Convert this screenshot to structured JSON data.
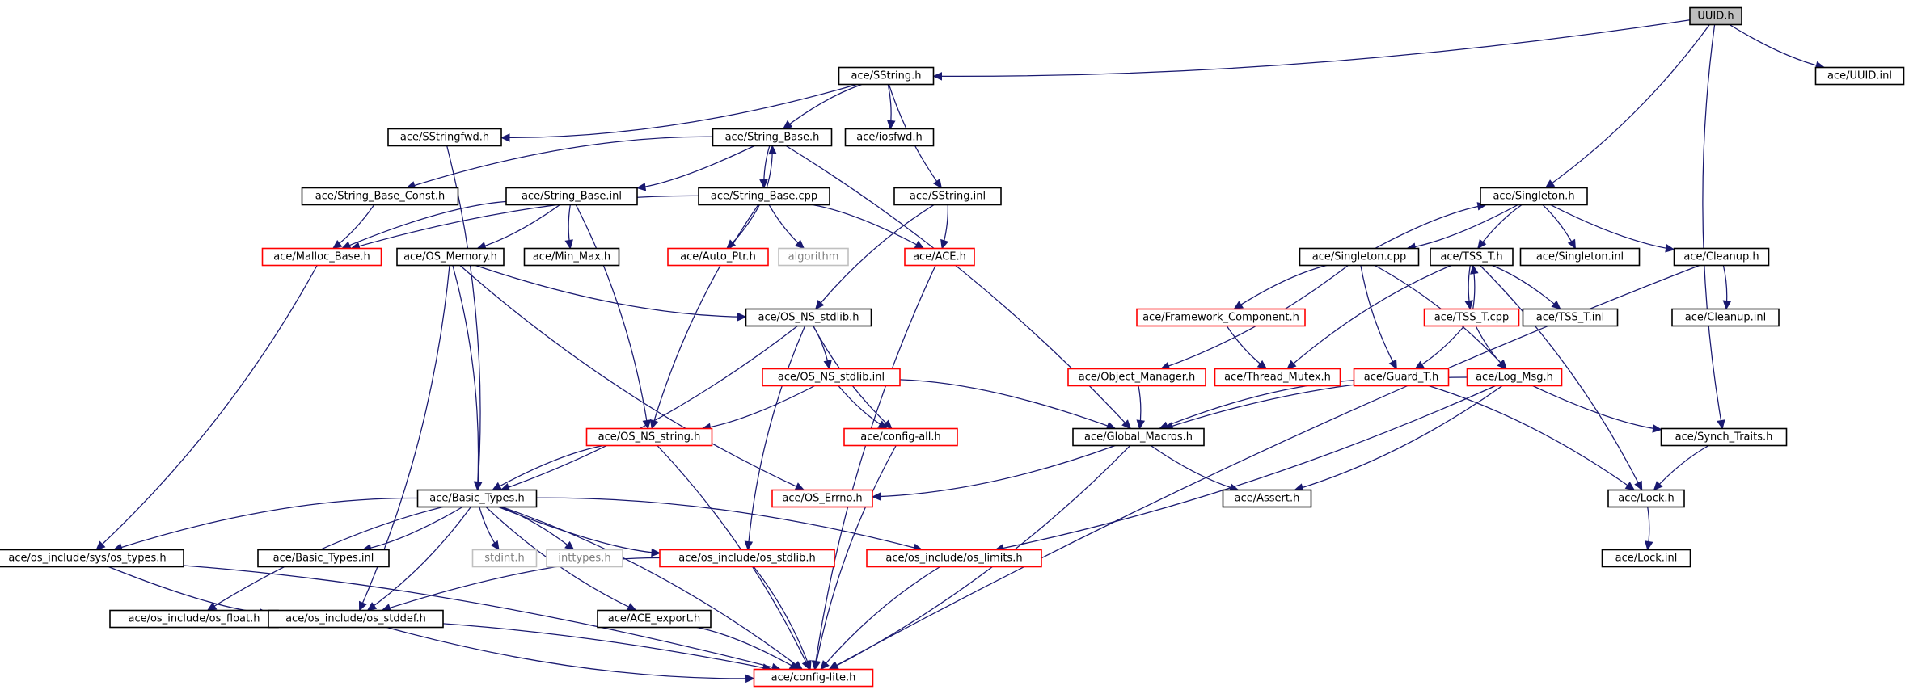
{
  "graph": {
    "nodes": [
      {
        "id": "uuid_h",
        "label": "UUID.h",
        "style": "root"
      },
      {
        "id": "sstring_h",
        "label": "ace/SString.h",
        "style": "black"
      },
      {
        "id": "uuid_inl",
        "label": "ace/UUID.inl",
        "style": "black"
      },
      {
        "id": "sstringfwd_h",
        "label": "ace/SStringfwd.h",
        "style": "black"
      },
      {
        "id": "string_base_h",
        "label": "ace/String_Base.h",
        "style": "black"
      },
      {
        "id": "iosfwd_h",
        "label": "ace/iosfwd.h",
        "style": "black"
      },
      {
        "id": "string_base_const_h",
        "label": "ace/String_Base_Const.h",
        "style": "black"
      },
      {
        "id": "string_base_inl",
        "label": "ace/String_Base.inl",
        "style": "black"
      },
      {
        "id": "string_base_cpp",
        "label": "ace/String_Base.cpp",
        "style": "black"
      },
      {
        "id": "sstring_inl",
        "label": "ace/SString.inl",
        "style": "black"
      },
      {
        "id": "singleton_h",
        "label": "ace/Singleton.h",
        "style": "black"
      },
      {
        "id": "malloc_base_h",
        "label": "ace/Malloc_Base.h",
        "style": "red"
      },
      {
        "id": "os_memory_h",
        "label": "ace/OS_Memory.h",
        "style": "black"
      },
      {
        "id": "min_max_h",
        "label": "ace/Min_Max.h",
        "style": "black"
      },
      {
        "id": "auto_ptr_h",
        "label": "ace/Auto_Ptr.h",
        "style": "red"
      },
      {
        "id": "algorithm",
        "label": "algorithm",
        "style": "gray"
      },
      {
        "id": "ace_h",
        "label": "ace/ACE.h",
        "style": "red"
      },
      {
        "id": "singleton_cpp",
        "label": "ace/Singleton.cpp",
        "style": "black"
      },
      {
        "id": "tss_t_h",
        "label": "ace/TSS_T.h",
        "style": "black"
      },
      {
        "id": "singleton_inl",
        "label": "ace/Singleton.inl",
        "style": "black"
      },
      {
        "id": "cleanup_h",
        "label": "ace/Cleanup.h",
        "style": "black"
      },
      {
        "id": "os_ns_stdlib_h",
        "label": "ace/OS_NS_stdlib.h",
        "style": "black"
      },
      {
        "id": "framework_component_h",
        "label": "ace/Framework_Component.h",
        "style": "red"
      },
      {
        "id": "tss_t_cpp",
        "label": "ace/TSS_T.cpp",
        "style": "red"
      },
      {
        "id": "tss_t_inl",
        "label": "ace/TSS_T.inl",
        "style": "black"
      },
      {
        "id": "cleanup_inl",
        "label": "ace/Cleanup.inl",
        "style": "black"
      },
      {
        "id": "os_ns_stdlib_inl",
        "label": "ace/OS_NS_stdlib.inl",
        "style": "red"
      },
      {
        "id": "object_manager_h",
        "label": "ace/Object_Manager.h",
        "style": "red"
      },
      {
        "id": "thread_mutex_h",
        "label": "ace/Thread_Mutex.h",
        "style": "red"
      },
      {
        "id": "guard_t_h",
        "label": "ace/Guard_T.h",
        "style": "red"
      },
      {
        "id": "log_msg_h",
        "label": "ace/Log_Msg.h",
        "style": "red"
      },
      {
        "id": "os_ns_string_h",
        "label": "ace/OS_NS_string.h",
        "style": "red"
      },
      {
        "id": "config_all_h",
        "label": "ace/config-all.h",
        "style": "red"
      },
      {
        "id": "global_macros_h",
        "label": "ace/Global_Macros.h",
        "style": "black"
      },
      {
        "id": "synch_traits_h",
        "label": "ace/Synch_Traits.h",
        "style": "black"
      },
      {
        "id": "basic_types_h",
        "label": "ace/Basic_Types.h",
        "style": "black"
      },
      {
        "id": "os_errno_h",
        "label": "ace/OS_Errno.h",
        "style": "red"
      },
      {
        "id": "assert_h",
        "label": "ace/Assert.h",
        "style": "black"
      },
      {
        "id": "lock_h",
        "label": "ace/Lock.h",
        "style": "black"
      },
      {
        "id": "os_types_h",
        "label": "ace/os_include/sys/os_types.h",
        "style": "black"
      },
      {
        "id": "basic_types_inl",
        "label": "ace/Basic_Types.inl",
        "style": "black"
      },
      {
        "id": "stdint_h",
        "label": "stdint.h",
        "style": "gray"
      },
      {
        "id": "inttypes_h",
        "label": "inttypes.h",
        "style": "gray"
      },
      {
        "id": "os_stdlib_h",
        "label": "ace/os_include/os_stdlib.h",
        "style": "red"
      },
      {
        "id": "os_limits_h",
        "label": "ace/os_include/os_limits.h",
        "style": "red"
      },
      {
        "id": "lock_inl",
        "label": "ace/Lock.inl",
        "style": "black"
      },
      {
        "id": "os_float_h",
        "label": "ace/os_include/os_float.h",
        "style": "black"
      },
      {
        "id": "os_stddef_h",
        "label": "ace/os_include/os_stddef.h",
        "style": "black"
      },
      {
        "id": "ace_export_h",
        "label": "ace/ACE_export.h",
        "style": "black"
      },
      {
        "id": "config_lite_h",
        "label": "ace/config-lite.h",
        "style": "red"
      }
    ],
    "edges": [
      [
        "uuid_h",
        "sstring_h"
      ],
      [
        "uuid_h",
        "uuid_inl"
      ],
      [
        "uuid_h",
        "singleton_h"
      ],
      [
        "uuid_h",
        "synch_traits_h"
      ],
      [
        "sstring_h",
        "sstringfwd_h"
      ],
      [
        "sstring_h",
        "string_base_h"
      ],
      [
        "sstring_h",
        "iosfwd_h"
      ],
      [
        "sstring_h",
        "sstring_inl"
      ],
      [
        "sstringfwd_h",
        "basic_types_h"
      ],
      [
        "string_base_h",
        "string_base_const_h"
      ],
      [
        "string_base_h",
        "string_base_inl"
      ],
      [
        "string_base_h",
        "string_base_cpp"
      ],
      [
        "string_base_h",
        "global_macros_h"
      ],
      [
        "string_base_cpp",
        "string_base_h"
      ],
      [
        "string_base_const_h",
        "malloc_base_h"
      ],
      [
        "string_base_inl",
        "malloc_base_h"
      ],
      [
        "string_base_inl",
        "os_memory_h"
      ],
      [
        "string_base_inl",
        "min_max_h"
      ],
      [
        "string_base_inl",
        "os_ns_string_h"
      ],
      [
        "string_base_cpp",
        "malloc_base_h"
      ],
      [
        "string_base_cpp",
        "auto_ptr_h"
      ],
      [
        "string_base_cpp",
        "algorithm"
      ],
      [
        "string_base_cpp",
        "ace_h"
      ],
      [
        "string_base_cpp",
        "os_ns_string_h"
      ],
      [
        "sstring_inl",
        "ace_h"
      ],
      [
        "sstring_inl",
        "os_ns_stdlib_h"
      ],
      [
        "malloc_base_h",
        "os_types_h"
      ],
      [
        "os_memory_h",
        "os_ns_stdlib_h"
      ],
      [
        "os_memory_h",
        "basic_types_h"
      ],
      [
        "os_memory_h",
        "os_errno_h"
      ],
      [
        "os_memory_h",
        "os_stddef_h"
      ],
      [
        "ace_h",
        "config_lite_h"
      ],
      [
        "singleton_h",
        "singleton_cpp"
      ],
      [
        "singleton_h",
        "tss_t_h"
      ],
      [
        "singleton_h",
        "singleton_inl"
      ],
      [
        "singleton_h",
        "cleanup_h"
      ],
      [
        "singleton_cpp",
        "singleton_h"
      ],
      [
        "singleton_cpp",
        "framework_component_h"
      ],
      [
        "singleton_cpp",
        "object_manager_h"
      ],
      [
        "singleton_cpp",
        "guard_t_h"
      ],
      [
        "singleton_cpp",
        "log_msg_h"
      ],
      [
        "tss_t_h",
        "tss_t_cpp"
      ],
      [
        "tss_t_h",
        "tss_t_inl"
      ],
      [
        "tss_t_h",
        "thread_mutex_h"
      ],
      [
        "tss_t_h",
        "lock_h"
      ],
      [
        "tss_t_cpp",
        "tss_t_h"
      ],
      [
        "tss_t_cpp",
        "guard_t_h"
      ],
      [
        "tss_t_cpp",
        "log_msg_h"
      ],
      [
        "cleanup_h",
        "cleanup_inl"
      ],
      [
        "cleanup_h",
        "config_lite_h"
      ],
      [
        "os_ns_stdlib_h",
        "os_ns_stdlib_inl"
      ],
      [
        "os_ns_stdlib_h",
        "config_all_h"
      ],
      [
        "os_ns_stdlib_h",
        "basic_types_h"
      ],
      [
        "os_ns_stdlib_h",
        "os_stdlib_h"
      ],
      [
        "os_ns_stdlib_inl",
        "os_ns_string_h"
      ],
      [
        "os_ns_stdlib_inl",
        "config_all_h"
      ],
      [
        "os_ns_stdlib_inl",
        "global_macros_h"
      ],
      [
        "framework_component_h",
        "thread_mutex_h"
      ],
      [
        "object_manager_h",
        "global_macros_h"
      ],
      [
        "guard_t_h",
        "global_macros_h"
      ],
      [
        "guard_t_h",
        "lock_h"
      ],
      [
        "log_msg_h",
        "global_macros_h"
      ],
      [
        "log_msg_h",
        "assert_h"
      ],
      [
        "log_msg_h",
        "synch_traits_h"
      ],
      [
        "log_msg_h",
        "os_limits_h"
      ],
      [
        "os_ns_string_h",
        "basic_types_h"
      ],
      [
        "os_ns_string_h",
        "config_lite_h"
      ],
      [
        "config_all_h",
        "config_lite_h"
      ],
      [
        "global_macros_h",
        "os_errno_h"
      ],
      [
        "global_macros_h",
        "assert_h"
      ],
      [
        "global_macros_h",
        "config_lite_h"
      ],
      [
        "synch_traits_h",
        "lock_h"
      ],
      [
        "lock_h",
        "lock_inl"
      ],
      [
        "basic_types_h",
        "os_types_h"
      ],
      [
        "basic_types_h",
        "basic_types_inl"
      ],
      [
        "basic_types_h",
        "stdint_h"
      ],
      [
        "basic_types_h",
        "inttypes_h"
      ],
      [
        "basic_types_h",
        "os_stdlib_h"
      ],
      [
        "basic_types_h",
        "os_limits_h"
      ],
      [
        "basic_types_h",
        "os_float_h"
      ],
      [
        "basic_types_h",
        "os_stddef_h"
      ],
      [
        "basic_types_h",
        "ace_export_h"
      ],
      [
        "basic_types_h",
        "config_lite_h"
      ],
      [
        "os_types_h",
        "os_stddef_h"
      ],
      [
        "os_types_h",
        "config_lite_h"
      ],
      [
        "os_stdlib_h",
        "os_stddef_h"
      ],
      [
        "os_stdlib_h",
        "config_lite_h"
      ],
      [
        "os_limits_h",
        "config_lite_h"
      ],
      [
        "os_float_h",
        "config_lite_h"
      ],
      [
        "os_stddef_h",
        "config_lite_h"
      ],
      [
        "ace_export_h",
        "config_lite_h"
      ]
    ]
  },
  "colors": {
    "edge": "#191970",
    "root_fill": "#bfbfbf",
    "normal_border": "#000000",
    "incomplete_border": "#ff0000",
    "external_border": "#c0c0c0"
  }
}
